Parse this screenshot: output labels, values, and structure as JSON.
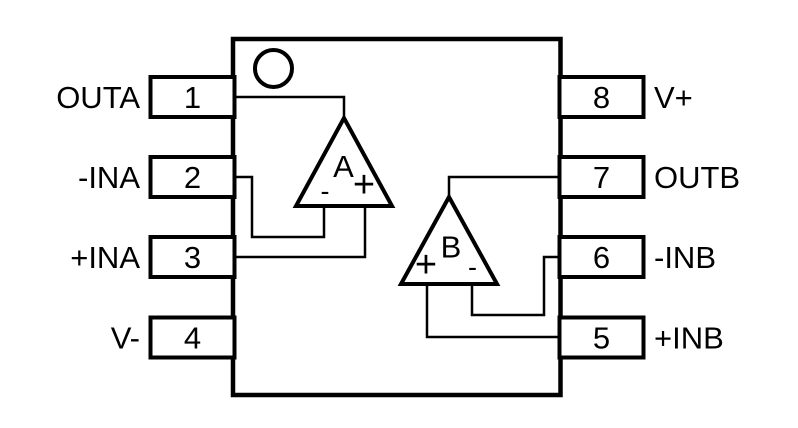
{
  "colors": {
    "ink": "#000000",
    "background": "#ffffff"
  },
  "package": {
    "pins_left": [
      {
        "number": "1",
        "label": "OUTA"
      },
      {
        "number": "2",
        "label": "-INA"
      },
      {
        "number": "3",
        "label": "+INA"
      },
      {
        "number": "4",
        "label": "V-"
      }
    ],
    "pins_right": [
      {
        "number": "8",
        "label": "V+"
      },
      {
        "number": "7",
        "label": "OUTB"
      },
      {
        "number": "6",
        "label": "-INB"
      },
      {
        "number": "5",
        "label": "+INB"
      }
    ]
  },
  "opamps": {
    "a": {
      "label": "A",
      "inverting": "-",
      "noninverting": "+"
    },
    "b": {
      "label": "B",
      "inverting": "-",
      "noninverting": "+"
    }
  }
}
